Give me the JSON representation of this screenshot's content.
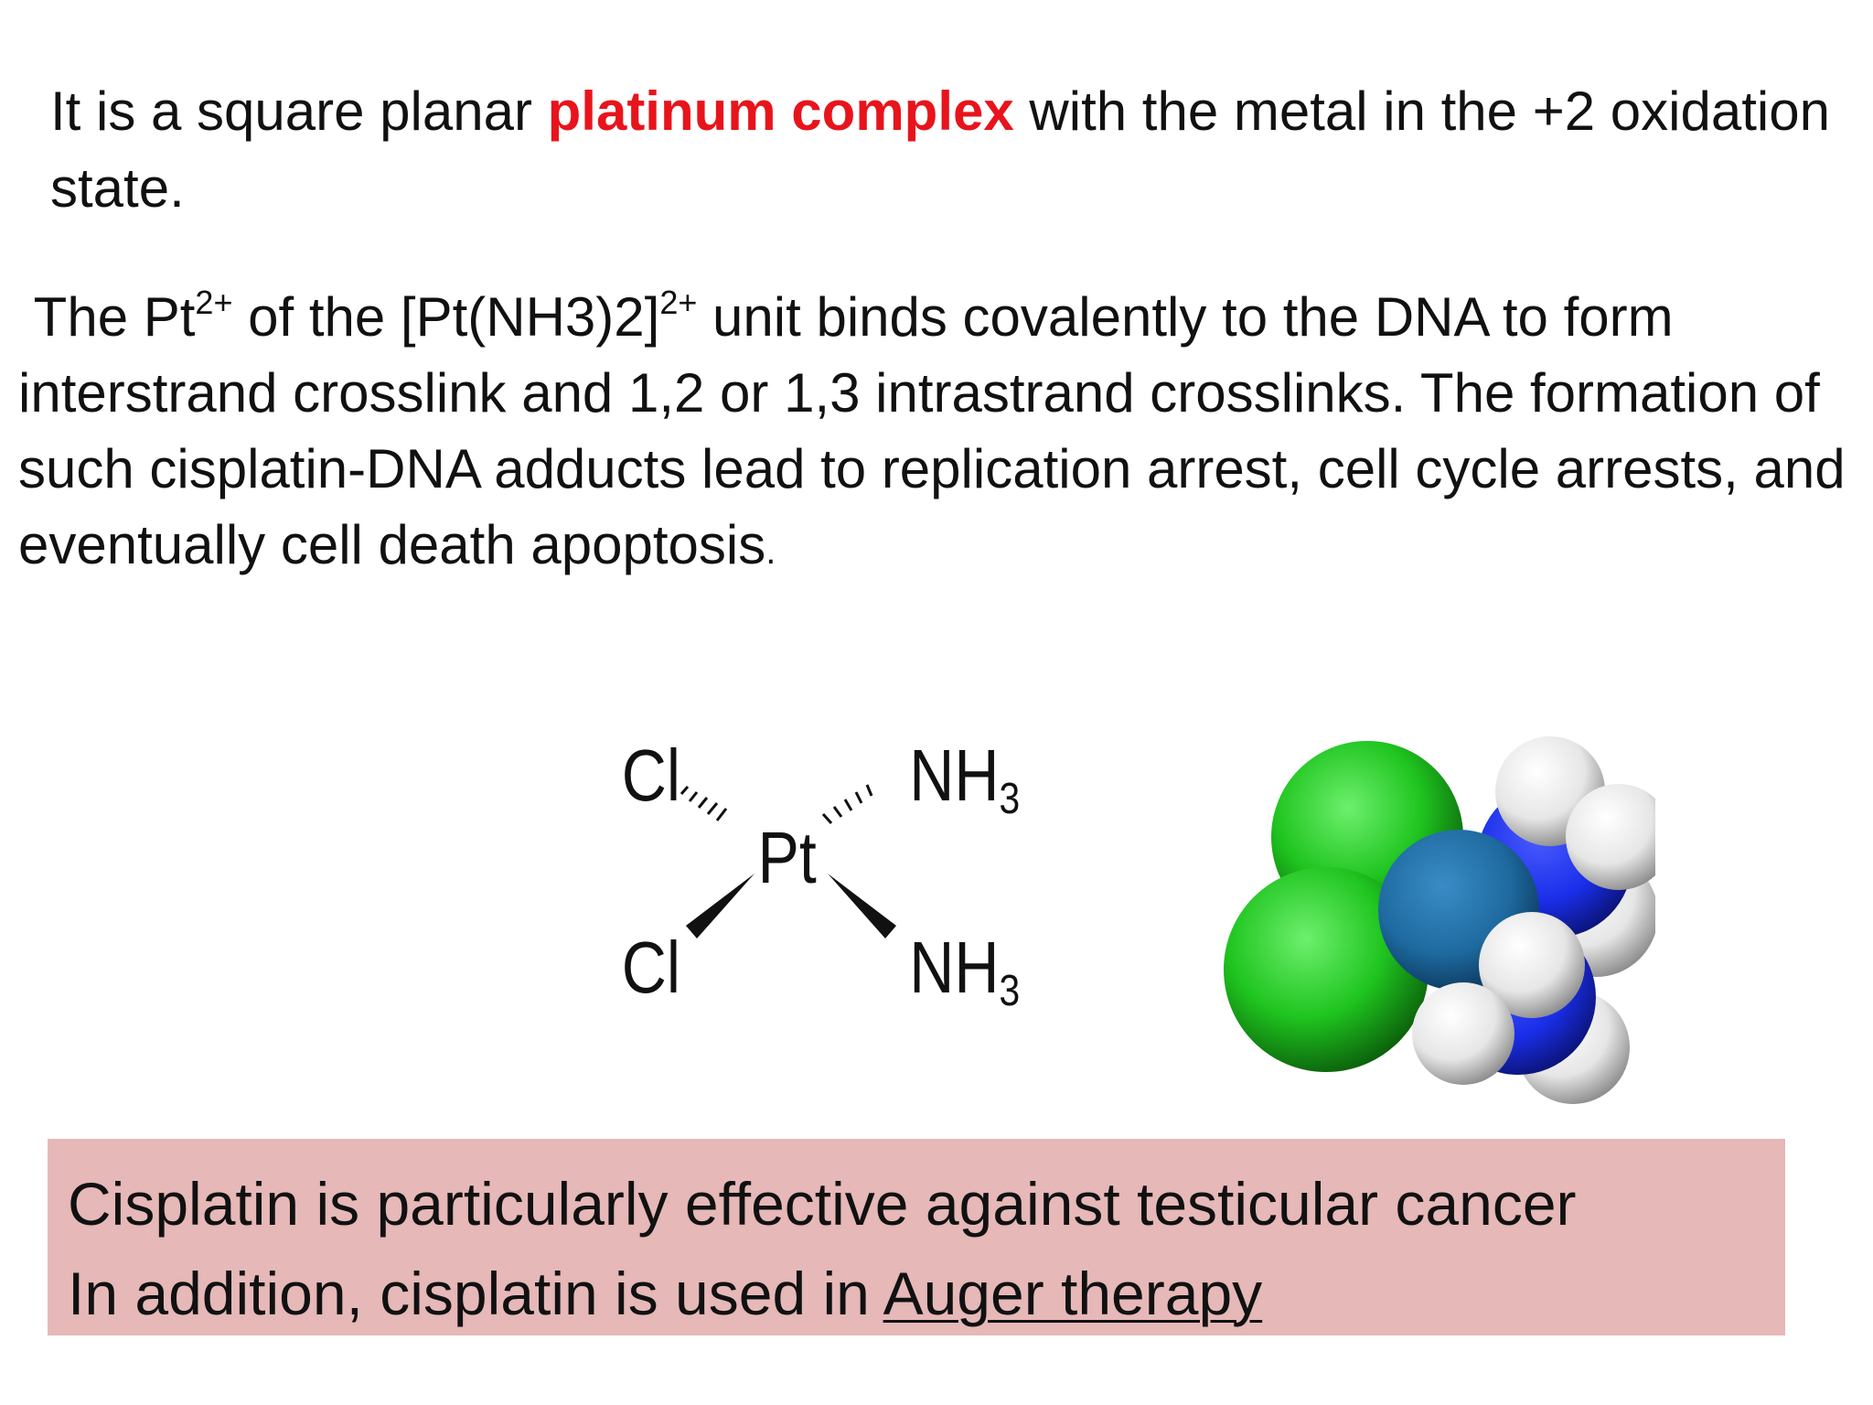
{
  "intro": {
    "prefix": "It is a square planar ",
    "highlight": "platinum complex",
    "suffix": " with the metal in the +2 oxidation state."
  },
  "mechanism": {
    "part1": "The Pt",
    "sup1": "2+",
    "part2": " of the [Pt(NH3)2]",
    "sup2": "2+",
    "part3": " unit binds covalently to the DNA to form interstrand crosslink and 1,2 or 1,3 intrastrand crosslinks. The formation of such cisplatin-DNA adducts lead to replication arrest, cell cycle arrests, and eventually cell death apoptosis",
    "period": "."
  },
  "structure": {
    "cl_top": "Cl",
    "cl_bottom": "Cl",
    "pt": "Pt",
    "nh3_top_main": "NH",
    "nh3_top_sub": "3",
    "nh3_bottom_main": "NH",
    "nh3_bottom_sub": "3"
  },
  "colors": {
    "highlight": "#e8141c",
    "callout_bg": "#e6b8b8",
    "chlorine": "#22c422",
    "platinum": "#1e6aa0",
    "nitrogen": "#1a2ee8",
    "hydrogen": "#f2f2f2"
  },
  "callout": {
    "line1": "Cisplatin is particularly effective against testicular cancer",
    "line2_prefix": "In addition, cisplatin is used in ",
    "line2_link": "Auger therapy"
  }
}
